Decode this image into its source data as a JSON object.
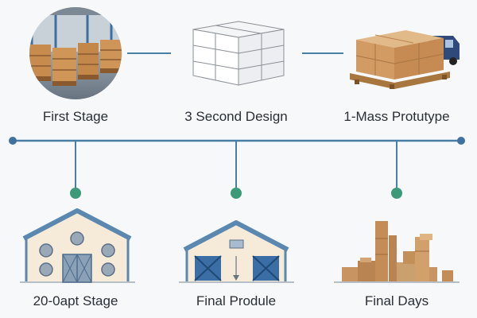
{
  "diagram": {
    "top_stages": [
      {
        "label": "First Stage",
        "icon": "warehouse-photo-icon"
      },
      {
        "label": "3 Second Design",
        "icon": "white-boxes-icon"
      },
      {
        "label": "1-Mass Protutype",
        "icon": "pallet-truck-icon"
      }
    ],
    "bottom_stages": [
      {
        "label": "20-0apt Stage",
        "icon": "barn-building-icon"
      },
      {
        "label": "Final Produle",
        "icon": "warehouse-doors-icon"
      },
      {
        "label": "Final Days",
        "icon": "box-stacks-icon"
      }
    ],
    "colors": {
      "timeline": "#4a7fa5",
      "node_dot": "#3d9a78",
      "roof": "#5a88b0",
      "wall": "#f6ead8",
      "door": "#3a6ea5",
      "cardboard": "#c89462"
    }
  }
}
